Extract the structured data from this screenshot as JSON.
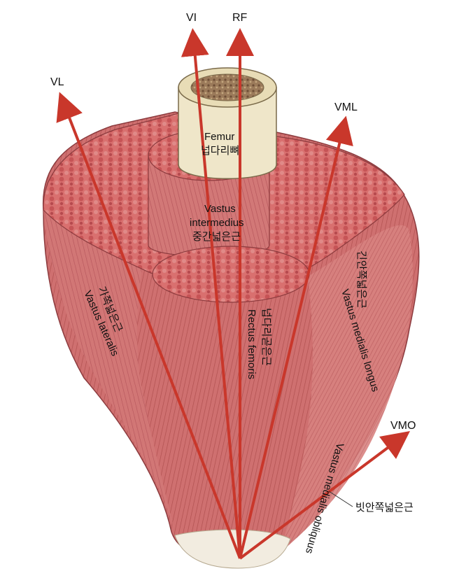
{
  "arrows": {
    "vl": "VL",
    "vi": "VI",
    "rf": "RF",
    "vml": "VML",
    "vmo": "VMO"
  },
  "labels": {
    "femur_en": "Femur",
    "femur_ko": "넙다리뼈",
    "vi_en_1": "Vastus",
    "vi_en_2": "intermedius",
    "vi_ko": "중간넓은근",
    "vl_en": "Vastus lateralis",
    "vl_ko": "가쪽넓은근",
    "rf_en": "Rectus femoris",
    "rf_ko": "넙다리곧은근",
    "vml_en": "Vastus medialis longus",
    "vml_ko": "긴안쪽넓은근",
    "vmo_en": "Vastus medialis obliquus",
    "vmo_ko": "빗안쪽넓은근"
  },
  "colors": {
    "arrow": "#c9372b",
    "muscle": "#c9686a",
    "muscle_dark": "#a8454a",
    "muscle_light": "#e39a98",
    "bone": "#efe6c9",
    "tendon": "#f2ece0"
  }
}
